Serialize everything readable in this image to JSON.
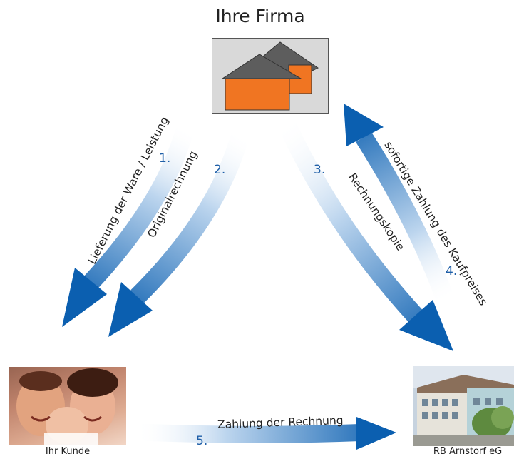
{
  "company": {
    "title": "Ihre Firma"
  },
  "customer": {
    "caption": "Ihr Kunde"
  },
  "bank": {
    "caption": "RB Arnstorf eG"
  },
  "flows": [
    {
      "number": "1.",
      "label": "Lieferung der Ware / Leistung"
    },
    {
      "number": "2.",
      "label": "Originalrechnung"
    },
    {
      "number": "3.",
      "label": "Rechnungskopie"
    },
    {
      "number": "4.",
      "label": "sofortige Zahlung des Kaufpreises"
    },
    {
      "number": "5.",
      "label": "Zahlung der Rechnung"
    }
  ],
  "colors": {
    "arrow": "#0b5fb0",
    "arrow_light": "#e8f1fa",
    "house_roof": "#5d5d5d",
    "house_wall": "#f07522",
    "logo_bg": "#d9d9d9"
  },
  "icons": {
    "company_logo": "house-icon",
    "customer_photo": "family-photo",
    "bank_photo": "bank-building-photo"
  }
}
